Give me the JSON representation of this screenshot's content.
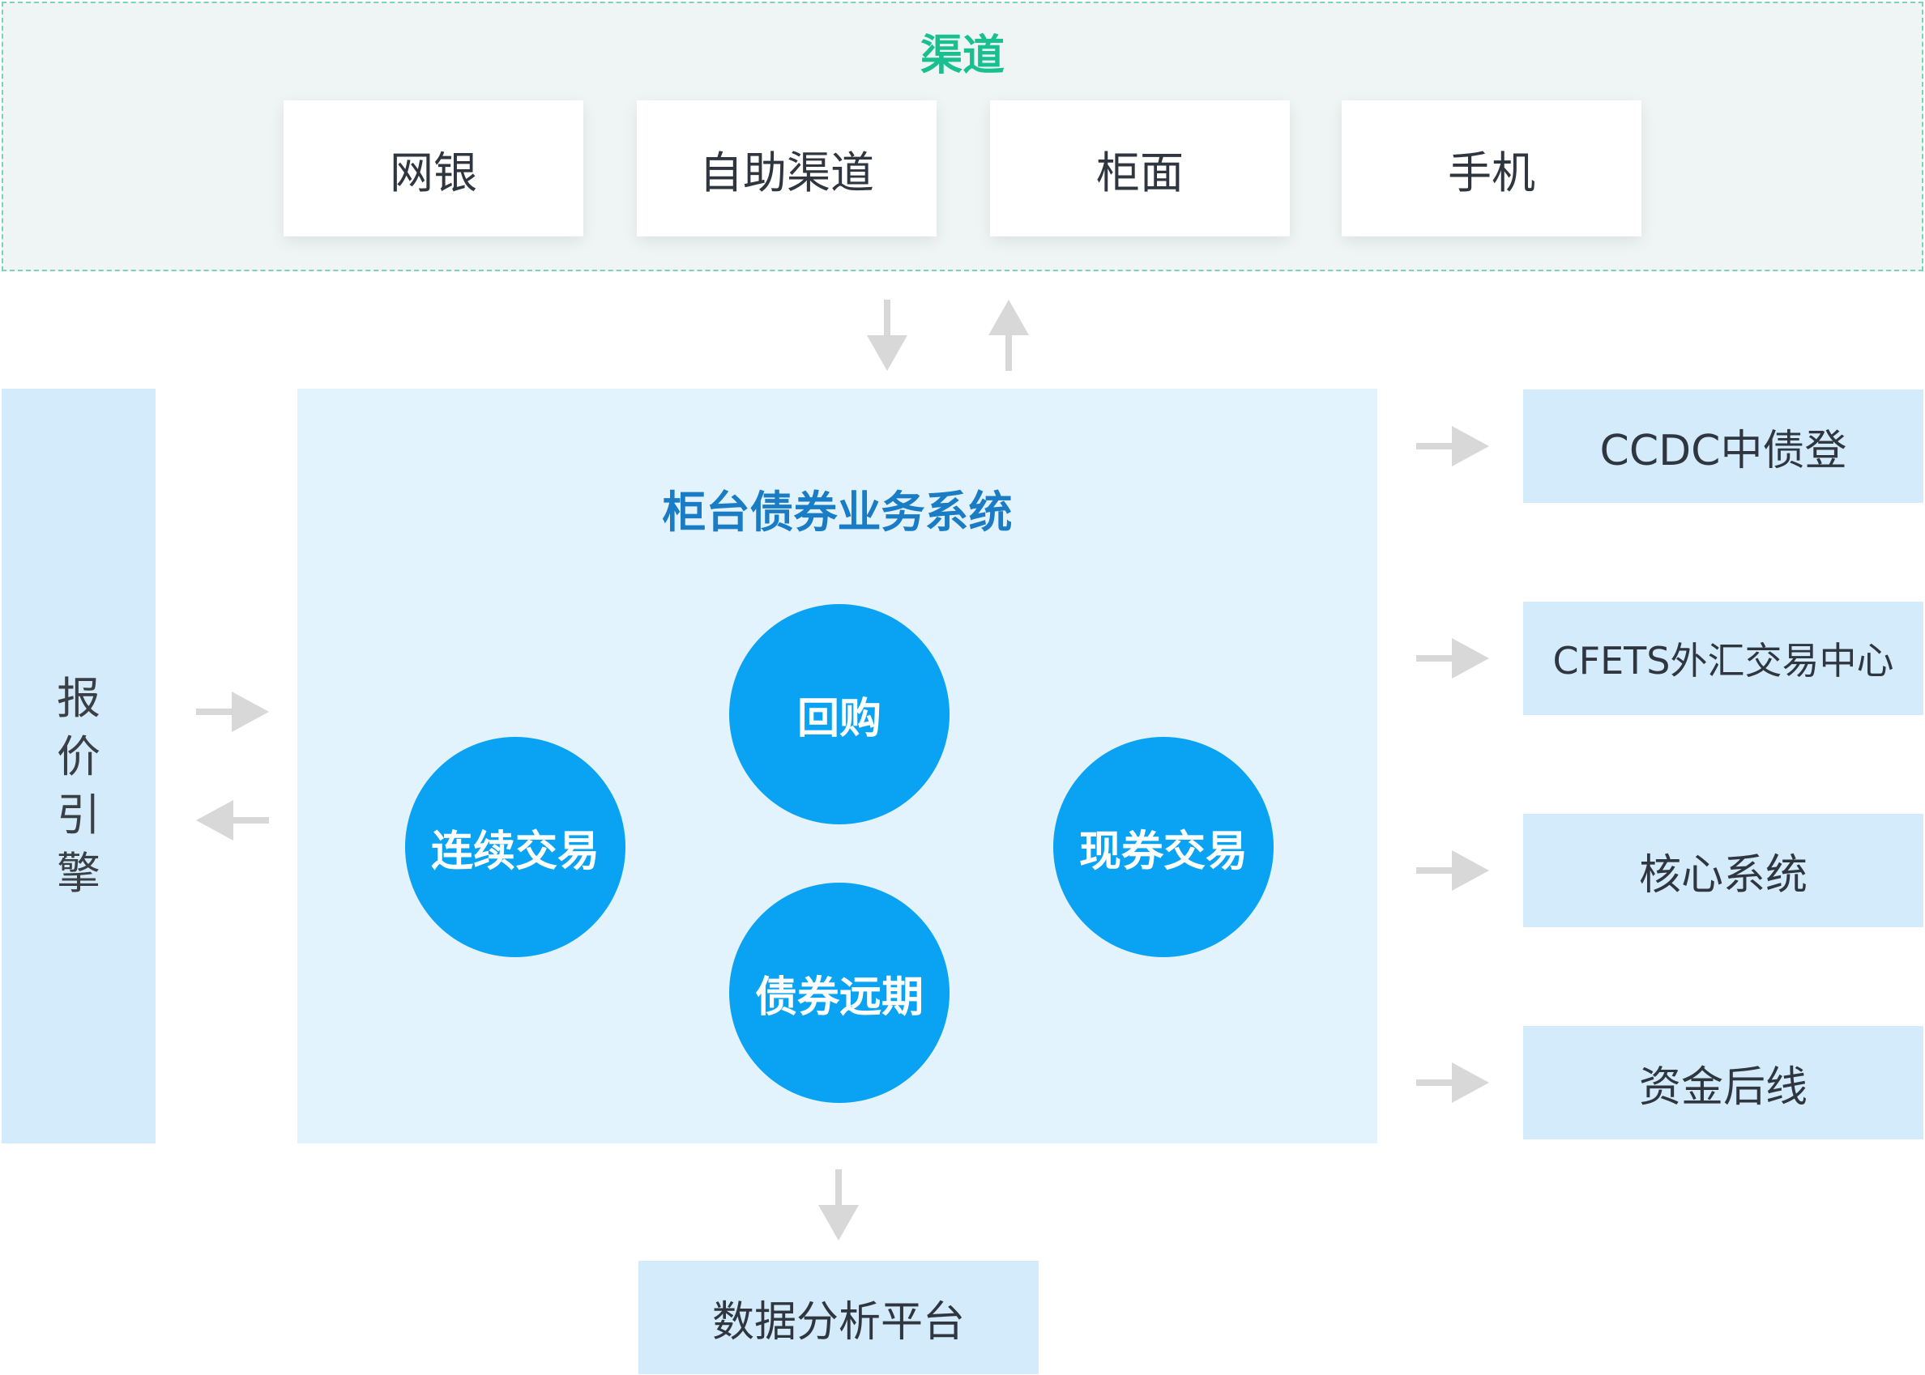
{
  "channel": {
    "title": "渠道",
    "items": [
      "网银",
      "自助渠道",
      "柜面",
      "手机"
    ]
  },
  "quote_engine": {
    "label_chars": [
      "报",
      "价",
      "引",
      "擎"
    ]
  },
  "main_system": {
    "title": "柜台债券业务系统",
    "modules": [
      "回购",
      "连续交易",
      "现券交易",
      "债券远期"
    ]
  },
  "external_systems": [
    "CCDC中债登",
    "CFETS外汇交易中心",
    "核心系统",
    "资金后线"
  ],
  "bottom": {
    "label": "数据分析平台"
  },
  "colors": {
    "channel_border": "#7fd1b8",
    "channel_title": "#19c08f",
    "panel_light_blue": "#d3ebfa",
    "main_panel": "#e3f3fd",
    "main_title": "#1a7cc4",
    "circle": "#0aa2f2",
    "arrow": "#d8d8d8"
  }
}
